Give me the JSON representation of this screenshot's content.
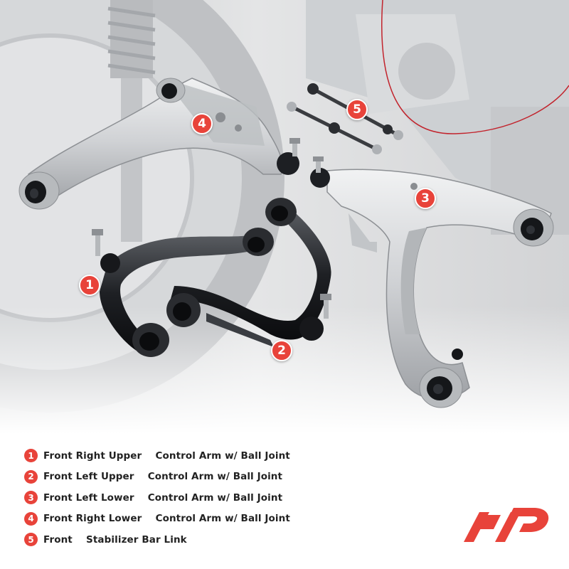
{
  "colors": {
    "accent": "#e8433a",
    "text": "#222222"
  },
  "callouts": [
    {
      "number": "1"
    },
    {
      "number": "2"
    },
    {
      "number": "3"
    },
    {
      "number": "4"
    },
    {
      "number": "5"
    }
  ],
  "legend": [
    {
      "number": "1",
      "label": "Front Right Upper    Control Arm w/ Ball Joint"
    },
    {
      "number": "2",
      "label": "Front Left Upper    Control Arm w/ Ball Joint"
    },
    {
      "number": "3",
      "label": "Front Left Lower    Control Arm w/ Ball Joint"
    },
    {
      "number": "4",
      "label": "Front Right Lower    Control Arm w/ Ball Joint"
    },
    {
      "number": "5",
      "label": "Front    Stabilizer Bar Link"
    }
  ],
  "logo": {
    "icon": "brand-logo-icon"
  }
}
